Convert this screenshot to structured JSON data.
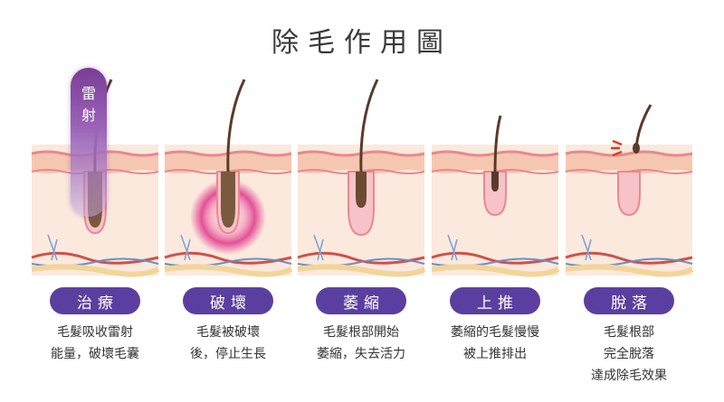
{
  "title": "除毛作用圖",
  "laser_label": [
    "雷",
    "射"
  ],
  "stages": [
    {
      "label": "治療",
      "desc": [
        "毛髮吸收雷射",
        "能量，破壞毛囊"
      ]
    },
    {
      "label": "破壞",
      "desc": [
        "毛髮被破壞",
        "後，停止生長"
      ]
    },
    {
      "label": "萎縮",
      "desc": [
        "毛髮根部開始",
        "萎縮，失去活力"
      ]
    },
    {
      "label": "上推",
      "desc": [
        "萎縮的毛髮慢慢",
        "被上推排出"
      ]
    },
    {
      "label": "脫落",
      "desc": [
        "毛髮根部",
        "完全脫落",
        "達成除毛效果"
      ]
    }
  ],
  "colors": {
    "pill": "#5b3fa0",
    "skin": "#f6d9c4",
    "epidermis": "#e8888f",
    "hair": "#5a3a2a",
    "follicle_pink": "#f7c3c8",
    "laser": "#8e4fb0",
    "glow": "#e0408f"
  }
}
